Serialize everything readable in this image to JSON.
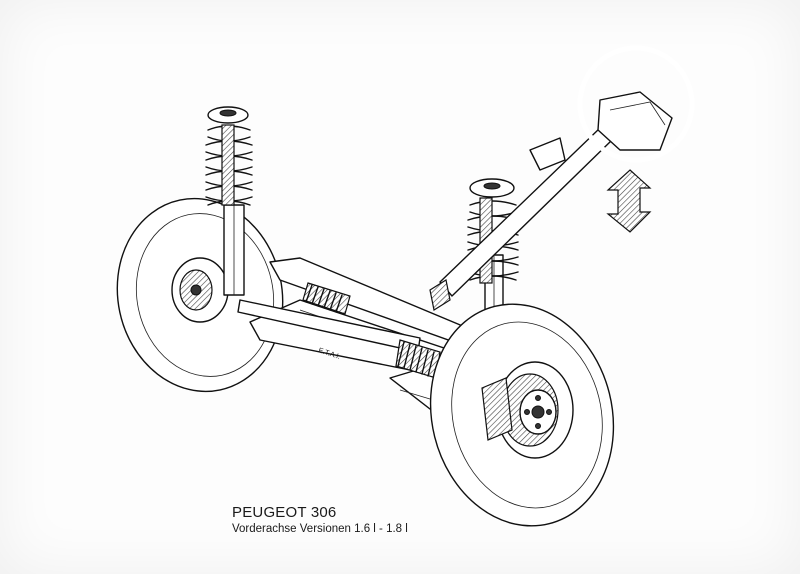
{
  "caption": {
    "title": "PEUGEOT 306",
    "subtitle": "Vorderachse Versionen 1.6 l - 1.8 l"
  },
  "diagram": {
    "rack_label": "E.T.A.I."
  },
  "colors": {
    "ink": "#111111",
    "paper": "#fdfdfd"
  }
}
